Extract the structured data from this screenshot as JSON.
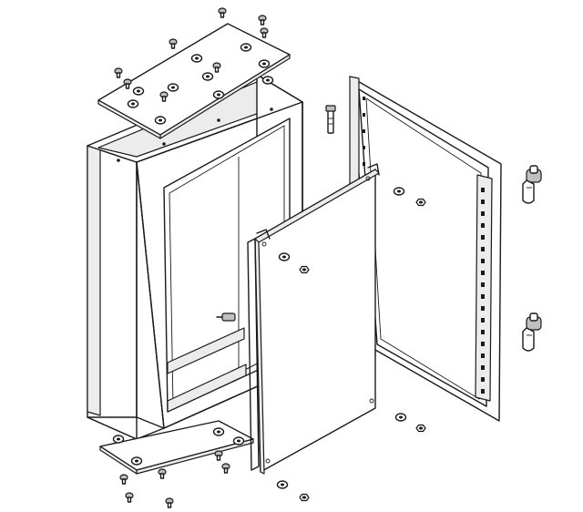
{
  "diagram": {
    "type": "exploded-assembly",
    "background": "#ffffff",
    "line_color": "#1a1a1a",
    "components": [
      {
        "id": "top-plate",
        "icon": "gland-plate-top"
      },
      {
        "id": "enclosure-body",
        "icon": "enclosure-box"
      },
      {
        "id": "mounting-plate",
        "icon": "mounting-plate"
      },
      {
        "id": "door",
        "icon": "door-panel"
      },
      {
        "id": "bottom-plate",
        "icon": "gland-plate-bottom"
      },
      {
        "id": "earthing-bolt",
        "icon": "bolt"
      },
      {
        "id": "quarter-turn-lock-upper",
        "icon": "lock"
      },
      {
        "id": "quarter-turn-lock-lower",
        "icon": "lock"
      }
    ]
  }
}
